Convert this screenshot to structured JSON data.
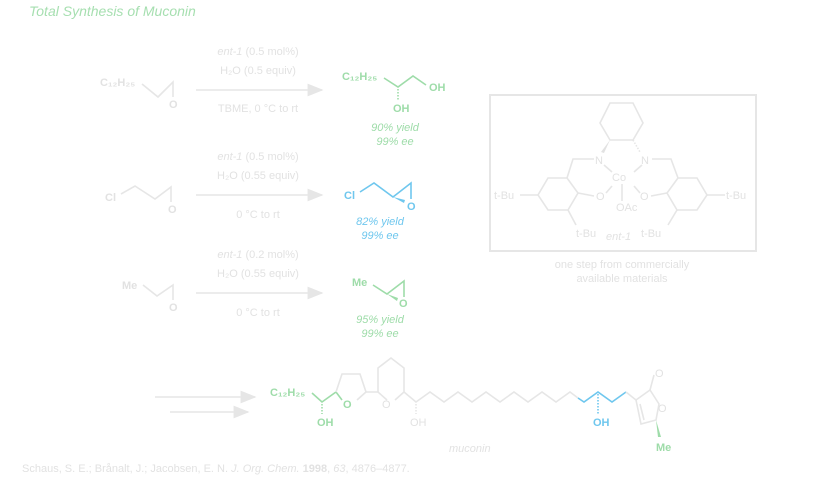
{
  "title": "Total Synthesis of Muconin",
  "colors": {
    "gray": "#e2e2e2",
    "green": "#9edca9",
    "blue": "#6fc7ee"
  },
  "reactions": [
    {
      "reactant_group": "C₁₂H₂₅",
      "catalyst": "ent-1",
      "loading": "(0.5 mol%)",
      "water": "H₂O (0.5 equiv)",
      "conditions": "TBME, 0 °C to rt",
      "product_group": "C₁₂H₂₅",
      "product_oh1": "OH",
      "product_oh2": "OH",
      "yield": "90% yield",
      "ee": "99% ee"
    },
    {
      "reactant_group": "Cl",
      "catalyst": "ent-1",
      "loading": "(0.5 mol%)",
      "water": "H₂O (0.55 equiv)",
      "conditions": "0 °C to rt",
      "product_group": "Cl",
      "yield": "82% yield",
      "ee": "99% ee"
    },
    {
      "reactant_group": "Me",
      "catalyst": "ent-1",
      "loading": "(0.2 mol%)",
      "water": "H₂O (0.55 equiv)",
      "conditions": "0 °C to rt",
      "product_group": "Me",
      "yield": "95% yield",
      "ee": "99% ee"
    }
  ],
  "epoxide_O": "O",
  "catalyst_box": {
    "tbu": "t-Bu",
    "N": "N",
    "Co": "Co",
    "O": "O",
    "OAc": "OAc",
    "label": "ent-1",
    "caption_line1": "one step from commercially",
    "caption_line2": "available materials"
  },
  "muconin": {
    "chain": "C₁₂H₂₅",
    "OH": "OH",
    "O": "O",
    "Me": "Me",
    "name": "muconin"
  },
  "citation": {
    "authors": "Schaus, S. E.; Brånalt, J.; Jacobsen, E. N.",
    "journal": "J. Org. Chem.",
    "year": "1998",
    "volume": "63",
    "pages": "4876–4877."
  }
}
